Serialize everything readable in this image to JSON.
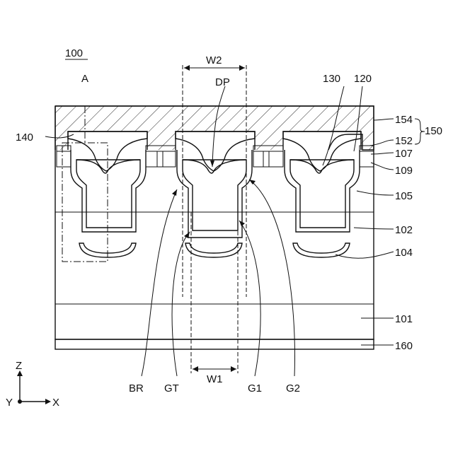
{
  "figure": {
    "ref_device": "100",
    "labels": {
      "region_a": "A",
      "w2": "W2",
      "w1": "W1",
      "dp": "DP",
      "l130": "130",
      "l120": "120",
      "l140": "140",
      "l154": "154",
      "l150": "150",
      "l152": "152",
      "l107": "107",
      "l109": "109",
      "l105": "105",
      "l102": "102",
      "l104": "104",
      "l101": "101",
      "l160": "160",
      "br": "BR",
      "gt": "GT",
      "g1": "G1",
      "g2": "G2"
    },
    "axes": {
      "z": "Z",
      "y": "Y",
      "x": "X"
    }
  }
}
